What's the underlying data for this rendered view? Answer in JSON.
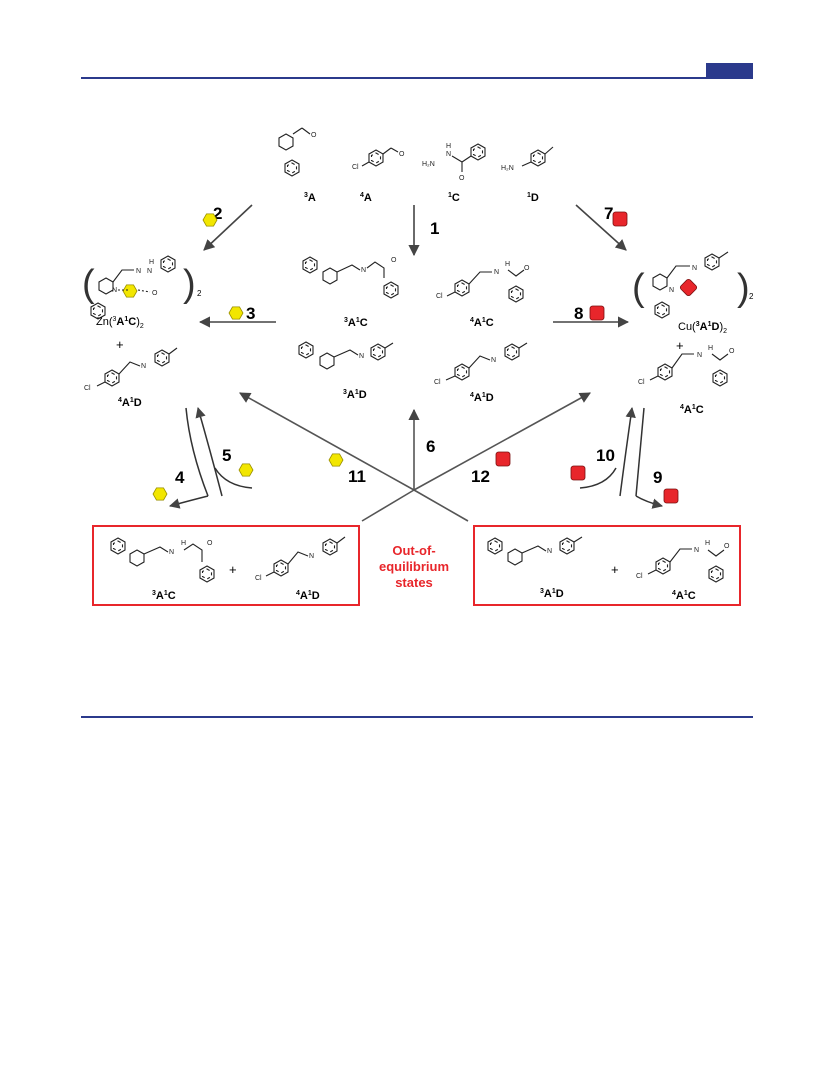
{
  "colors": {
    "rule": "#2b3a8c",
    "zinc": "#f2e600",
    "copper": "#e8262b",
    "box": "#e8262b",
    "arrow": "#555555"
  },
  "icons": {
    "zinc": "yellow-hexagon-icon",
    "copper": "red-rounded-square-icon"
  },
  "compounds": {
    "A3": {
      "sup": "3",
      "base": "A"
    },
    "A4": {
      "sup": "4",
      "base": "A"
    },
    "C1": {
      "sup": "1",
      "base": "C"
    },
    "D1": {
      "sup": "1",
      "base": "D"
    },
    "A3C": {
      "sup1": "3",
      "a": "A",
      "sup2": "1",
      "b": "C"
    },
    "A4C": {
      "sup1": "4",
      "a": "A",
      "sup2": "1",
      "b": "C"
    },
    "A3D": {
      "sup1": "3",
      "a": "A",
      "sup2": "1",
      "b": "D"
    },
    "A4D": {
      "sup1": "4",
      "a": "A",
      "sup2": "1",
      "b": "D"
    }
  },
  "complexes": {
    "zn": {
      "metal": "Zn(",
      "sup1": "3",
      "a": "A",
      "sup2": "1",
      "b": "C",
      "close": ")",
      "sub": "2"
    },
    "cu": {
      "metal": "Cu(",
      "sup1": "3",
      "a": "A",
      "sup2": "1",
      "b": "D",
      "close": ")",
      "sub": "2"
    }
  },
  "steps": [
    "1",
    "2",
    "3",
    "4",
    "5",
    "6",
    "7",
    "8",
    "9",
    "10",
    "11",
    "12"
  ],
  "plus": "+",
  "atoms": {
    "O": "O",
    "N": "N",
    "H": "H",
    "Cl": "Cl",
    "H2N": "H₂N",
    "N_H": "N",
    "H2N_hyd": "H₂N"
  },
  "brackets": {
    "open": "(",
    "close": ")",
    "sub": "2"
  },
  "center_text": [
    "Out-of-",
    "equilibrium",
    "states"
  ]
}
